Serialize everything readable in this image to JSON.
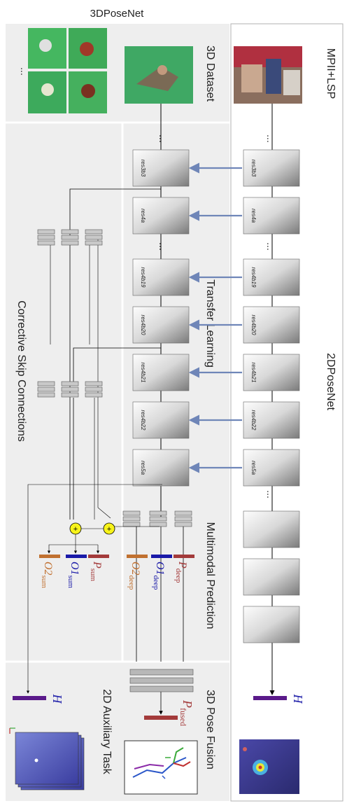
{
  "title": "3DPoseNet",
  "left_panel": {
    "label": "2DPoseNet",
    "dataset_label": "MPII+LSP",
    "heatmap_label": "H"
  },
  "dataset_3d": {
    "label": "3D Dataset"
  },
  "transfer": {
    "label": "Transfer Learning"
  },
  "skip": {
    "label": "Corrective Skip Connections"
  },
  "multimodal": {
    "label": "Multimodal Prediction"
  },
  "fusion": {
    "label": "3D Pose Fusion",
    "output_main": "P",
    "output_sub": "fused"
  },
  "aux": {
    "label": "2D Auxiliary Task",
    "heatmap_label": "H"
  },
  "ellipsis": "...",
  "blocks": [
    "res3b3",
    "res4a",
    "res4b19",
    "res4b20",
    "res4b21",
    "res4b22",
    "res5a"
  ],
  "outputs_deep": [
    {
      "main": "P",
      "sub": "deep",
      "color": "#a33a3a"
    },
    {
      "main": "O1",
      "sub": "deep",
      "color": "#1a1aa8"
    },
    {
      "main": "O2",
      "sub": "deep",
      "color": "#c07030"
    }
  ],
  "outputs_sum": [
    {
      "main": "P",
      "sub": "sum",
      "color": "#a33a3a"
    },
    {
      "main": "O1",
      "sub": "sum",
      "color": "#1a1aa8"
    },
    {
      "main": "O2",
      "sub": "sum",
      "color": "#c07030"
    }
  ],
  "plus_symbol": "+",
  "colors": {
    "heatmap_bar": "#5a1a8a",
    "arrow_transfer": "#6f86b8",
    "sum_node": "#f7f31a",
    "panel_bg": "#f0f0f0"
  }
}
